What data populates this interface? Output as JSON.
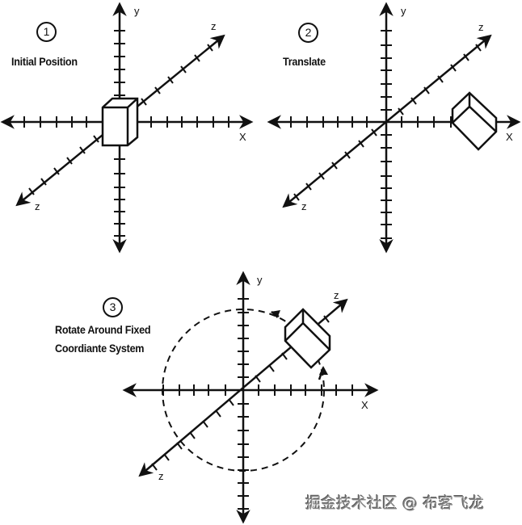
{
  "panels": [
    {
      "step": "1",
      "title": "Initial Position",
      "axes": {
        "x": "X",
        "y": "y",
        "z_pos": "z",
        "z_neg": "z"
      }
    },
    {
      "step": "2",
      "title": "Translate",
      "axes": {
        "x": "X",
        "y": "y",
        "z_pos": "z",
        "z_neg": "z"
      }
    },
    {
      "step": "3",
      "title_line1": "Rotate Around Fixed",
      "title_line2": "Coordiante System",
      "axes": {
        "x": "X",
        "y": "y",
        "z_pos": "z",
        "z_neg": "z"
      }
    }
  ],
  "watermark": "掘金技术社区 @ 布客飞龙",
  "colors": {
    "stroke": "#111111",
    "background": "#ffffff",
    "watermark": "#888888"
  }
}
